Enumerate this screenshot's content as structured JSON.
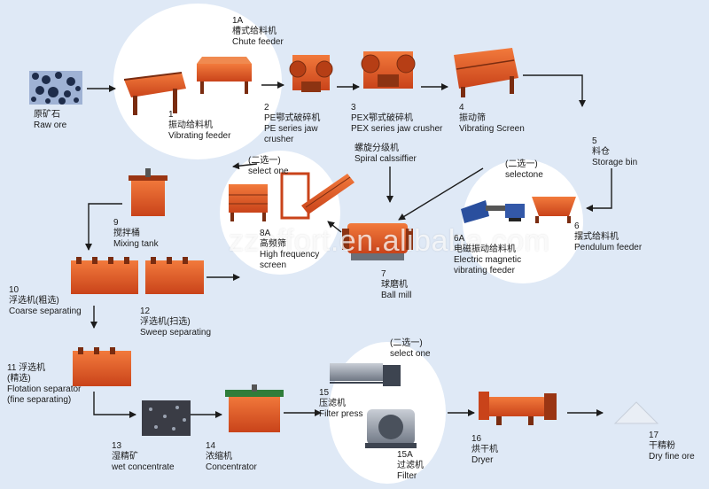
{
  "watermark": "zzeffort.en.alibaba.com",
  "labels": {
    "raw_ore": {
      "cn": "原矿石",
      "en": "Raw ore"
    },
    "chute_feeder": {
      "num": "1A",
      "cn": "槽式给料机",
      "en": "Chute feeder"
    },
    "vibrating_feeder": {
      "num": "1",
      "cn": "振动给料机",
      "en": "Vibrating feeder"
    },
    "pe_crusher": {
      "num": "2",
      "cn": "PE鄂式破碎机",
      "en1": "PE series jaw",
      "en2": "crusher"
    },
    "pex_crusher": {
      "num": "3",
      "cn": "PEX鄂式破碎机",
      "en": "PEX series jaw crusher"
    },
    "vibrating_screen": {
      "num": "4",
      "cn": "振动筛",
      "en": "Vibrating Screen"
    },
    "storage_bin": {
      "num": "5",
      "cn": "料仓",
      "en": "Storage bin"
    },
    "select_one_a": {
      "cn": "(二选一)",
      "en": "select one"
    },
    "spiral_classifier": {
      "cn": "螺旋分级机",
      "en": "Spiral calssiffier"
    },
    "select_one_b": {
      "cn": "(二选一)",
      "en": "selectone"
    },
    "mixing_tank": {
      "num": "9",
      "cn": "搅拌桶",
      "en": "Mixing tank"
    },
    "high_freq_screen": {
      "num": "8A",
      "cn": "高频筛",
      "en1": "High frequency",
      "en2": "screen"
    },
    "electric_feeder": {
      "num": "6A",
      "cn": "电磁振动给料机",
      "en1": "Electric magnetic",
      "en2": "vibrating feeder"
    },
    "pendulum_feeder": {
      "num": "6",
      "cn": "摆式给料机",
      "en": "Pendulum feeder"
    },
    "ball_mill": {
      "num": "7",
      "cn": "球磨机",
      "en": "Ball mill"
    },
    "coarse_sep": {
      "num": "10",
      "cn": "浮选机(粗选)",
      "en": "Coarse separating"
    },
    "sweep_sep": {
      "num": "12",
      "cn": "浮选机(扫选)",
      "en": "Sweep separating"
    },
    "flotation_sep": {
      "num": "11",
      "cn": "浮选机",
      "cn2": "(精选)",
      "en1": "Flotation separator",
      "en2": "(fine separating)"
    },
    "select_one_c": {
      "cn": "(二选一)",
      "en": "select one"
    },
    "filter_press": {
      "num": "15",
      "cn": "压滤机",
      "en": "Filter press"
    },
    "wet_conc": {
      "num": "13",
      "cn": "湿精矿",
      "en": "wet concentrate"
    },
    "concentrator": {
      "num": "14",
      "cn": "浓缩机",
      "en": "Concentrator"
    },
    "filter": {
      "num": "15A",
      "cn": "过滤机",
      "en": "Filter"
    },
    "dryer": {
      "num": "16",
      "cn": "烘干机",
      "en": "Dryer"
    },
    "dry_fine_ore": {
      "num": "17",
      "cn": "干精粉",
      "en": "Dry fine ore"
    }
  },
  "colors": {
    "background": "#dfe9f6",
    "equipment": "#e0531f",
    "equipment_dark": "#a93512",
    "arrow": "#1c1c1c",
    "bubble": "#ffffff"
  }
}
